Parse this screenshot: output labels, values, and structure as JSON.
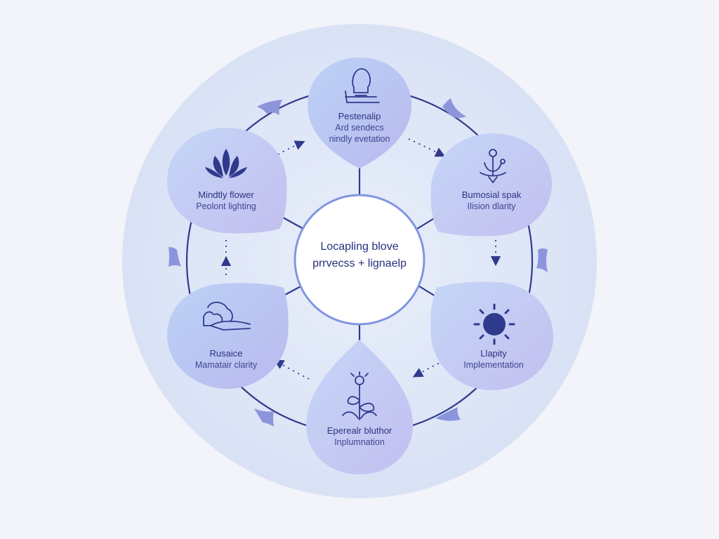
{
  "center": {
    "line1": "Locapling blove",
    "line2": "prrvecss + lignaelp"
  },
  "nodes": [
    {
      "id": "top",
      "title": "Pestenalip",
      "line2": "Ard sendecs",
      "line3": "nindly evetation",
      "icon": "lightbulb-icon"
    },
    {
      "id": "upper-right",
      "title": "Bumosial spak",
      "line2": "Ilision dlarity",
      "icon": "meditating-figure-icon"
    },
    {
      "id": "lower-right",
      "title": "Llapity",
      "line2": "Implementation",
      "icon": "sun-icon"
    },
    {
      "id": "bottom",
      "title": "Eperealr bluthor",
      "line2": "Inplumnation",
      "icon": "sprouting-plant-icon"
    },
    {
      "id": "lower-left",
      "title": "Rusaice",
      "line2": "Mamatair clarity",
      "icon": "hand-holding-icon"
    },
    {
      "id": "upper-left",
      "title": "Mindtly flower",
      "line2": "Peolont lighting",
      "icon": "lotus-flower-icon"
    }
  ],
  "colors": {
    "background": "#f2f4fa",
    "outer_disc": "#dfe6f6",
    "ring_line": "#2f3a8c",
    "node_fill_start": "#b7c9f3",
    "node_fill_end": "#c9c6ef",
    "icon": "#2f3a8c",
    "text": "#2c3480"
  }
}
